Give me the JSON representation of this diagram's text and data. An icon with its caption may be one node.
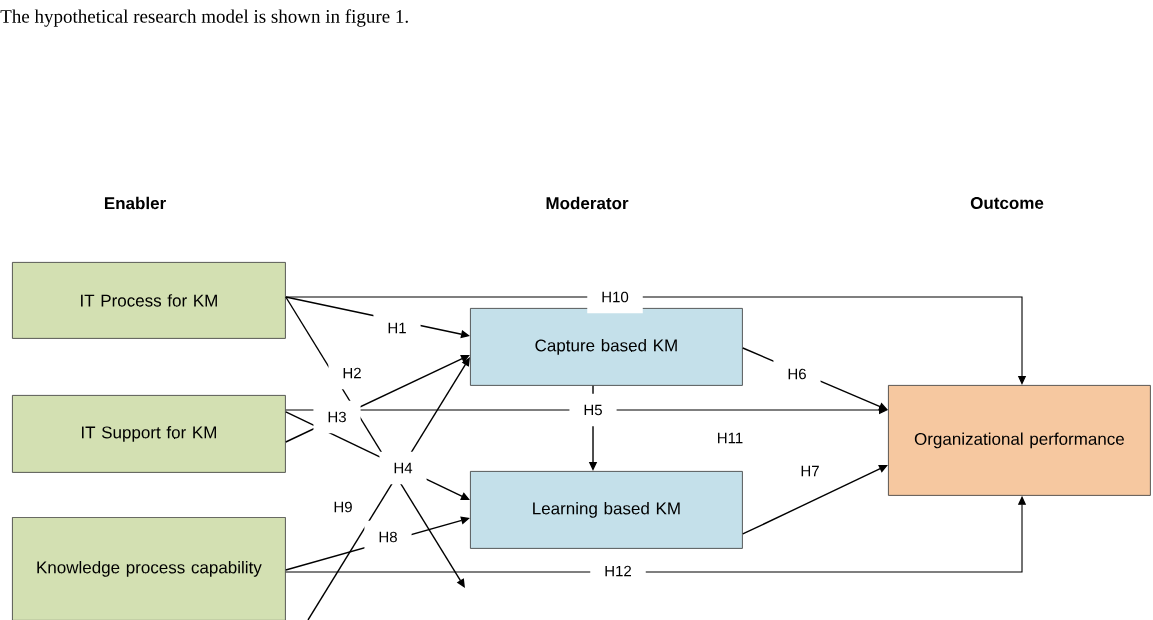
{
  "diagram": {
    "nodes": [
      {
        "text": [
          "IT Process for KM"
        ]
      },
      {
        "text": [
          "IT Support for KM"
        ]
      },
      {
        "text": [
          "Knowledge process capability"
        ]
      },
      {
        "text": [
          "Capture based KM"
        ]
      },
      {
        "text": [
          "Learning based KM"
        ]
      },
      {
        "text": [
          "Organizational performance"
        ]
      }
    ],
    "edges": [
      {
        "from": 0,
        "to": 3,
        "arrow": "to",
        "label": "H1"
      },
      {
        "from": 0,
        "to": null,
        "arrow": "to",
        "label": "H2"
      },
      {
        "from": 1,
        "to": 3,
        "arrow": "to",
        "label": "H3"
      },
      {
        "from": 1,
        "to": 4,
        "arrow": "to",
        "label": "H4"
      },
      {
        "from": 3,
        "to": 4,
        "arrow": "to",
        "label": "H5"
      },
      {
        "from": 3,
        "to": 5,
        "arrow": "to",
        "label": "H6"
      },
      {
        "from": 4,
        "to": 5,
        "arrow": "to",
        "label": "H7"
      },
      {
        "from": 2,
        "to": 4,
        "arrow": "to",
        "label": "H8"
      },
      {
        "from": null,
        "to": 3,
        "arrow": "to",
        "label": "H9"
      },
      {
        "from": 0,
        "to": 5,
        "arrow": "to",
        "label": "H10"
      },
      {
        "from": 1,
        "to": 5,
        "arrow": "to",
        "label": "H11"
      },
      {
        "from": 2,
        "to": 5,
        "arrow": "to",
        "label": "H12"
      }
    ],
    "labels": [
      "The hypothetical research model is shown in figure 1.",
      "Enabler",
      "Moderator",
      "Outcome"
    ]
  }
}
